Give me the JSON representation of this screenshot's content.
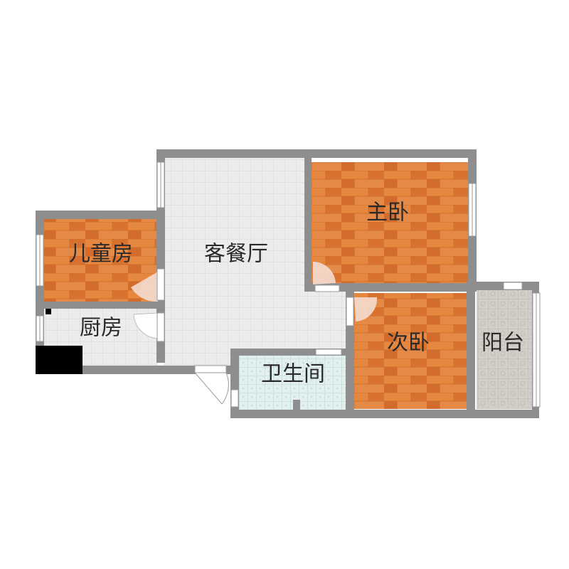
{
  "rooms": {
    "living_dining": "客餐厅",
    "master_bedroom": "主卧",
    "children_room": "儿童房",
    "kitchen": "厨房",
    "second_bedroom": "次卧",
    "bathroom": "卫生间",
    "balcony": "阳台"
  },
  "colors": {
    "wall": "#8c8c8c",
    "wood_floor": "#e07a35",
    "tile_floor": "#eaeaea",
    "bath_floor": "#dcecec",
    "balcony_floor": "#d4d0ca",
    "door_arc": "#f3dcd0"
  }
}
